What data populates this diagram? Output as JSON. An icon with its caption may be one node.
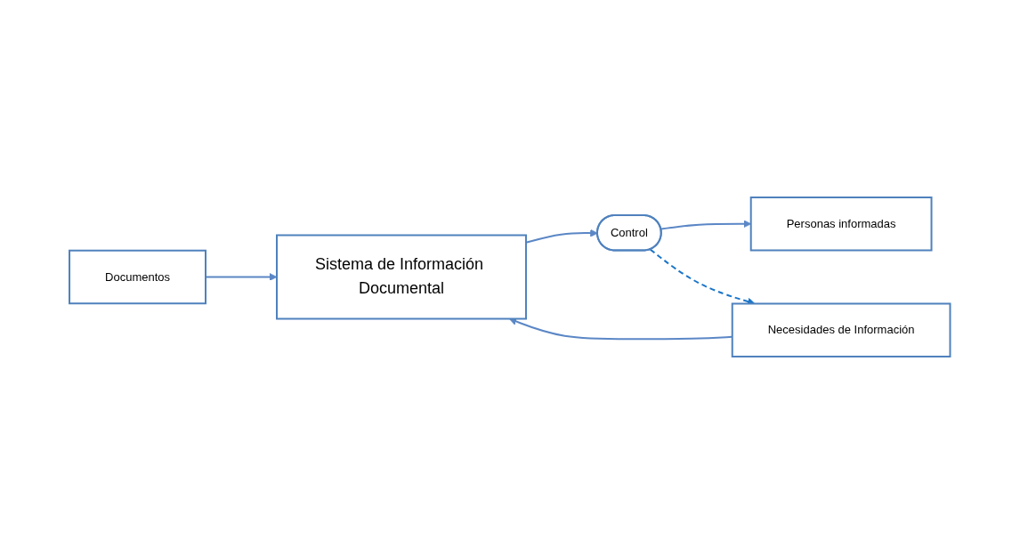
{
  "diagram": {
    "nodes": [
      {
        "text": [
          "Documentos"
        ]
      },
      {
        "text": [
          "Sistema de Información Documental"
        ]
      },
      {
        "text": [
          "Control"
        ]
      },
      {
        "text": [
          "Personas informadas"
        ]
      },
      {
        "text": [
          "Necesidades de Información"
        ]
      }
    ],
    "edges": [
      {
        "from": 0,
        "to": 1,
        "arrow": "to"
      },
      {
        "from": 4,
        "to": 1,
        "arrow": "to"
      },
      {
        "from": 1,
        "to": 2,
        "arrow": "to"
      },
      {
        "from": 2,
        "to": 3,
        "arrow": "to"
      },
      {
        "from": 2,
        "to": 4,
        "arrow": "to",
        "style": "dashed",
        "color": "#1b75c9"
      }
    ]
  }
}
